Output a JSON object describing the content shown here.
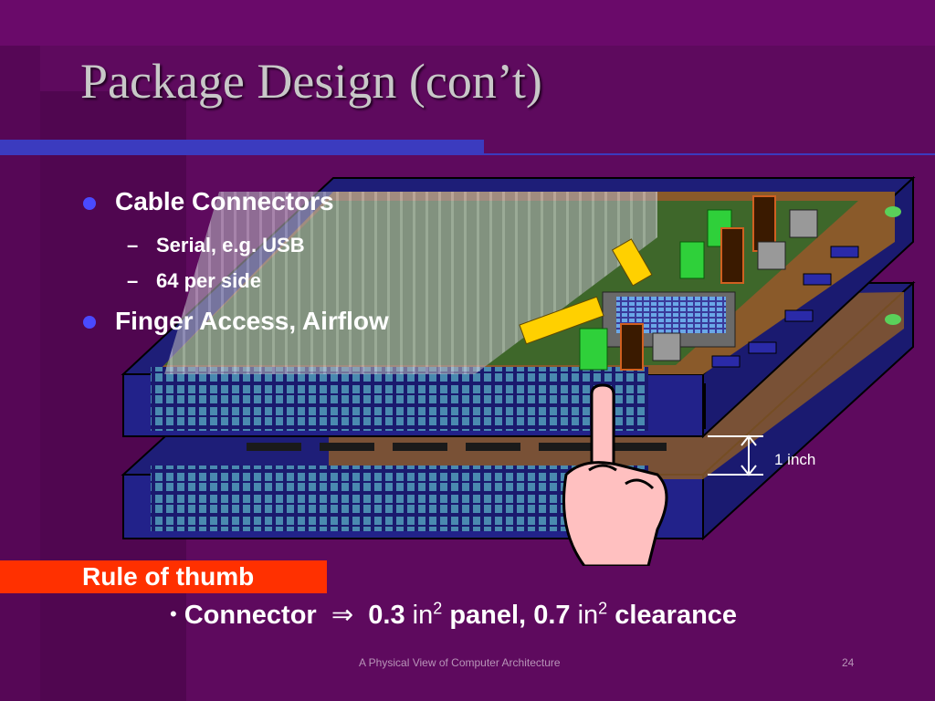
{
  "title": "Package Design (con’t)",
  "bullets": [
    {
      "text": "Cable Connectors",
      "subs": [
        "Serial, e.g. USB",
        "64 per side"
      ]
    },
    {
      "text": "Finger Access, Airflow"
    }
  ],
  "dash": "–",
  "figure": {
    "dimension_label": "1 inch"
  },
  "rule": {
    "label": "Rule of thumb",
    "connector": {
      "lead": "Connector",
      "arrow": "⇒",
      "v1": "0.3",
      "unit1": "in",
      "exp1": "2",
      "t1": "panel,",
      "v2": "0.7",
      "unit2": "in",
      "exp2": "2",
      "t2": "clearance"
    }
  },
  "footer": {
    "text": "A Physical View of Computer Architecture",
    "page": "24"
  },
  "colors": {
    "background": "#5e0a5e",
    "accent_bar": "#3b3bbf",
    "rule_box": "#ff3000",
    "bullet": "#4a4aff"
  }
}
